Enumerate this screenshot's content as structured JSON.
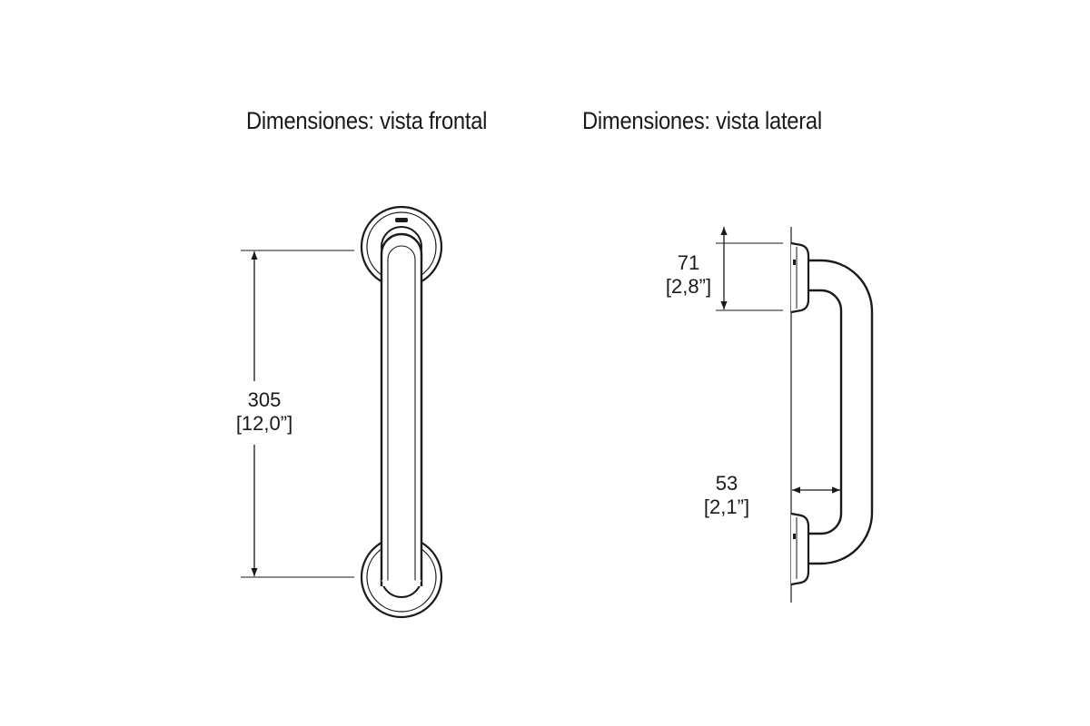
{
  "titles": {
    "front": "Dimensiones: vista frontal",
    "side": "Dimensiones: vista lateral"
  },
  "dimensions": {
    "length": {
      "mm": "305",
      "inches": "[12,0”]"
    },
    "flange": {
      "mm": "71",
      "inches": "[2,8”]"
    },
    "clearance": {
      "mm": "53",
      "inches": "[2,1”]"
    }
  }
}
